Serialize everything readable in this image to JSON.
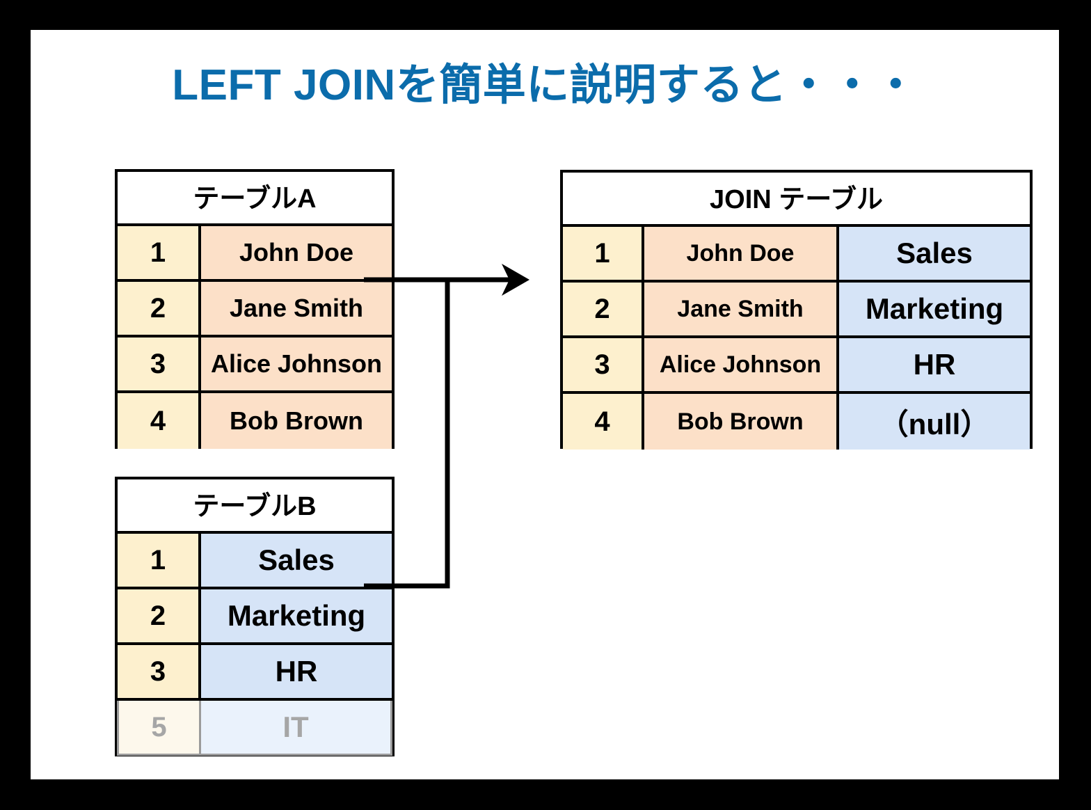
{
  "slide": {
    "title": "LEFT JOINを簡単に説明すると・・・",
    "title_color": "#0b6cab",
    "background": "#ffffff",
    "frame_color": "#000000"
  },
  "colors": {
    "id_cell": "#fdf0ce",
    "name_cell": "#fce0c8",
    "dept_cell": "#d6e4f7",
    "faded_id_cell": "#fdf8ec",
    "faded_dept_cell": "#eaf2fc",
    "faded_text": "#a6a6a6",
    "border": "#000000",
    "faded_border": "#9b9b9b"
  },
  "table_a": {
    "header": "テーブルA",
    "rows": [
      {
        "id": "1",
        "name": "John Doe"
      },
      {
        "id": "2",
        "name": "Jane Smith"
      },
      {
        "id": "3",
        "name": "Alice Johnson"
      },
      {
        "id": "4",
        "name": "Bob Brown"
      }
    ]
  },
  "table_b": {
    "header": "テーブルB",
    "rows": [
      {
        "id": "1",
        "dept": "Sales",
        "faded": false
      },
      {
        "id": "2",
        "dept": "Marketing",
        "faded": false
      },
      {
        "id": "3",
        "dept": "HR",
        "faded": false
      },
      {
        "id": "5",
        "dept": "IT",
        "faded": true
      }
    ]
  },
  "table_join": {
    "header": "JOIN テーブル",
    "rows": [
      {
        "id": "1",
        "name": "John Doe",
        "dept": "Sales"
      },
      {
        "id": "2",
        "name": "Jane Smith",
        "dept": "Marketing"
      },
      {
        "id": "3",
        "name": "Alice Johnson",
        "dept": "HR"
      },
      {
        "id": "4",
        "name": "Bob Brown",
        "dept": "（null）"
      }
    ]
  },
  "connector": {
    "label": "join-arrow",
    "description": "arrow from テーブルA and テーブルB merging into JOIN テーブル"
  }
}
